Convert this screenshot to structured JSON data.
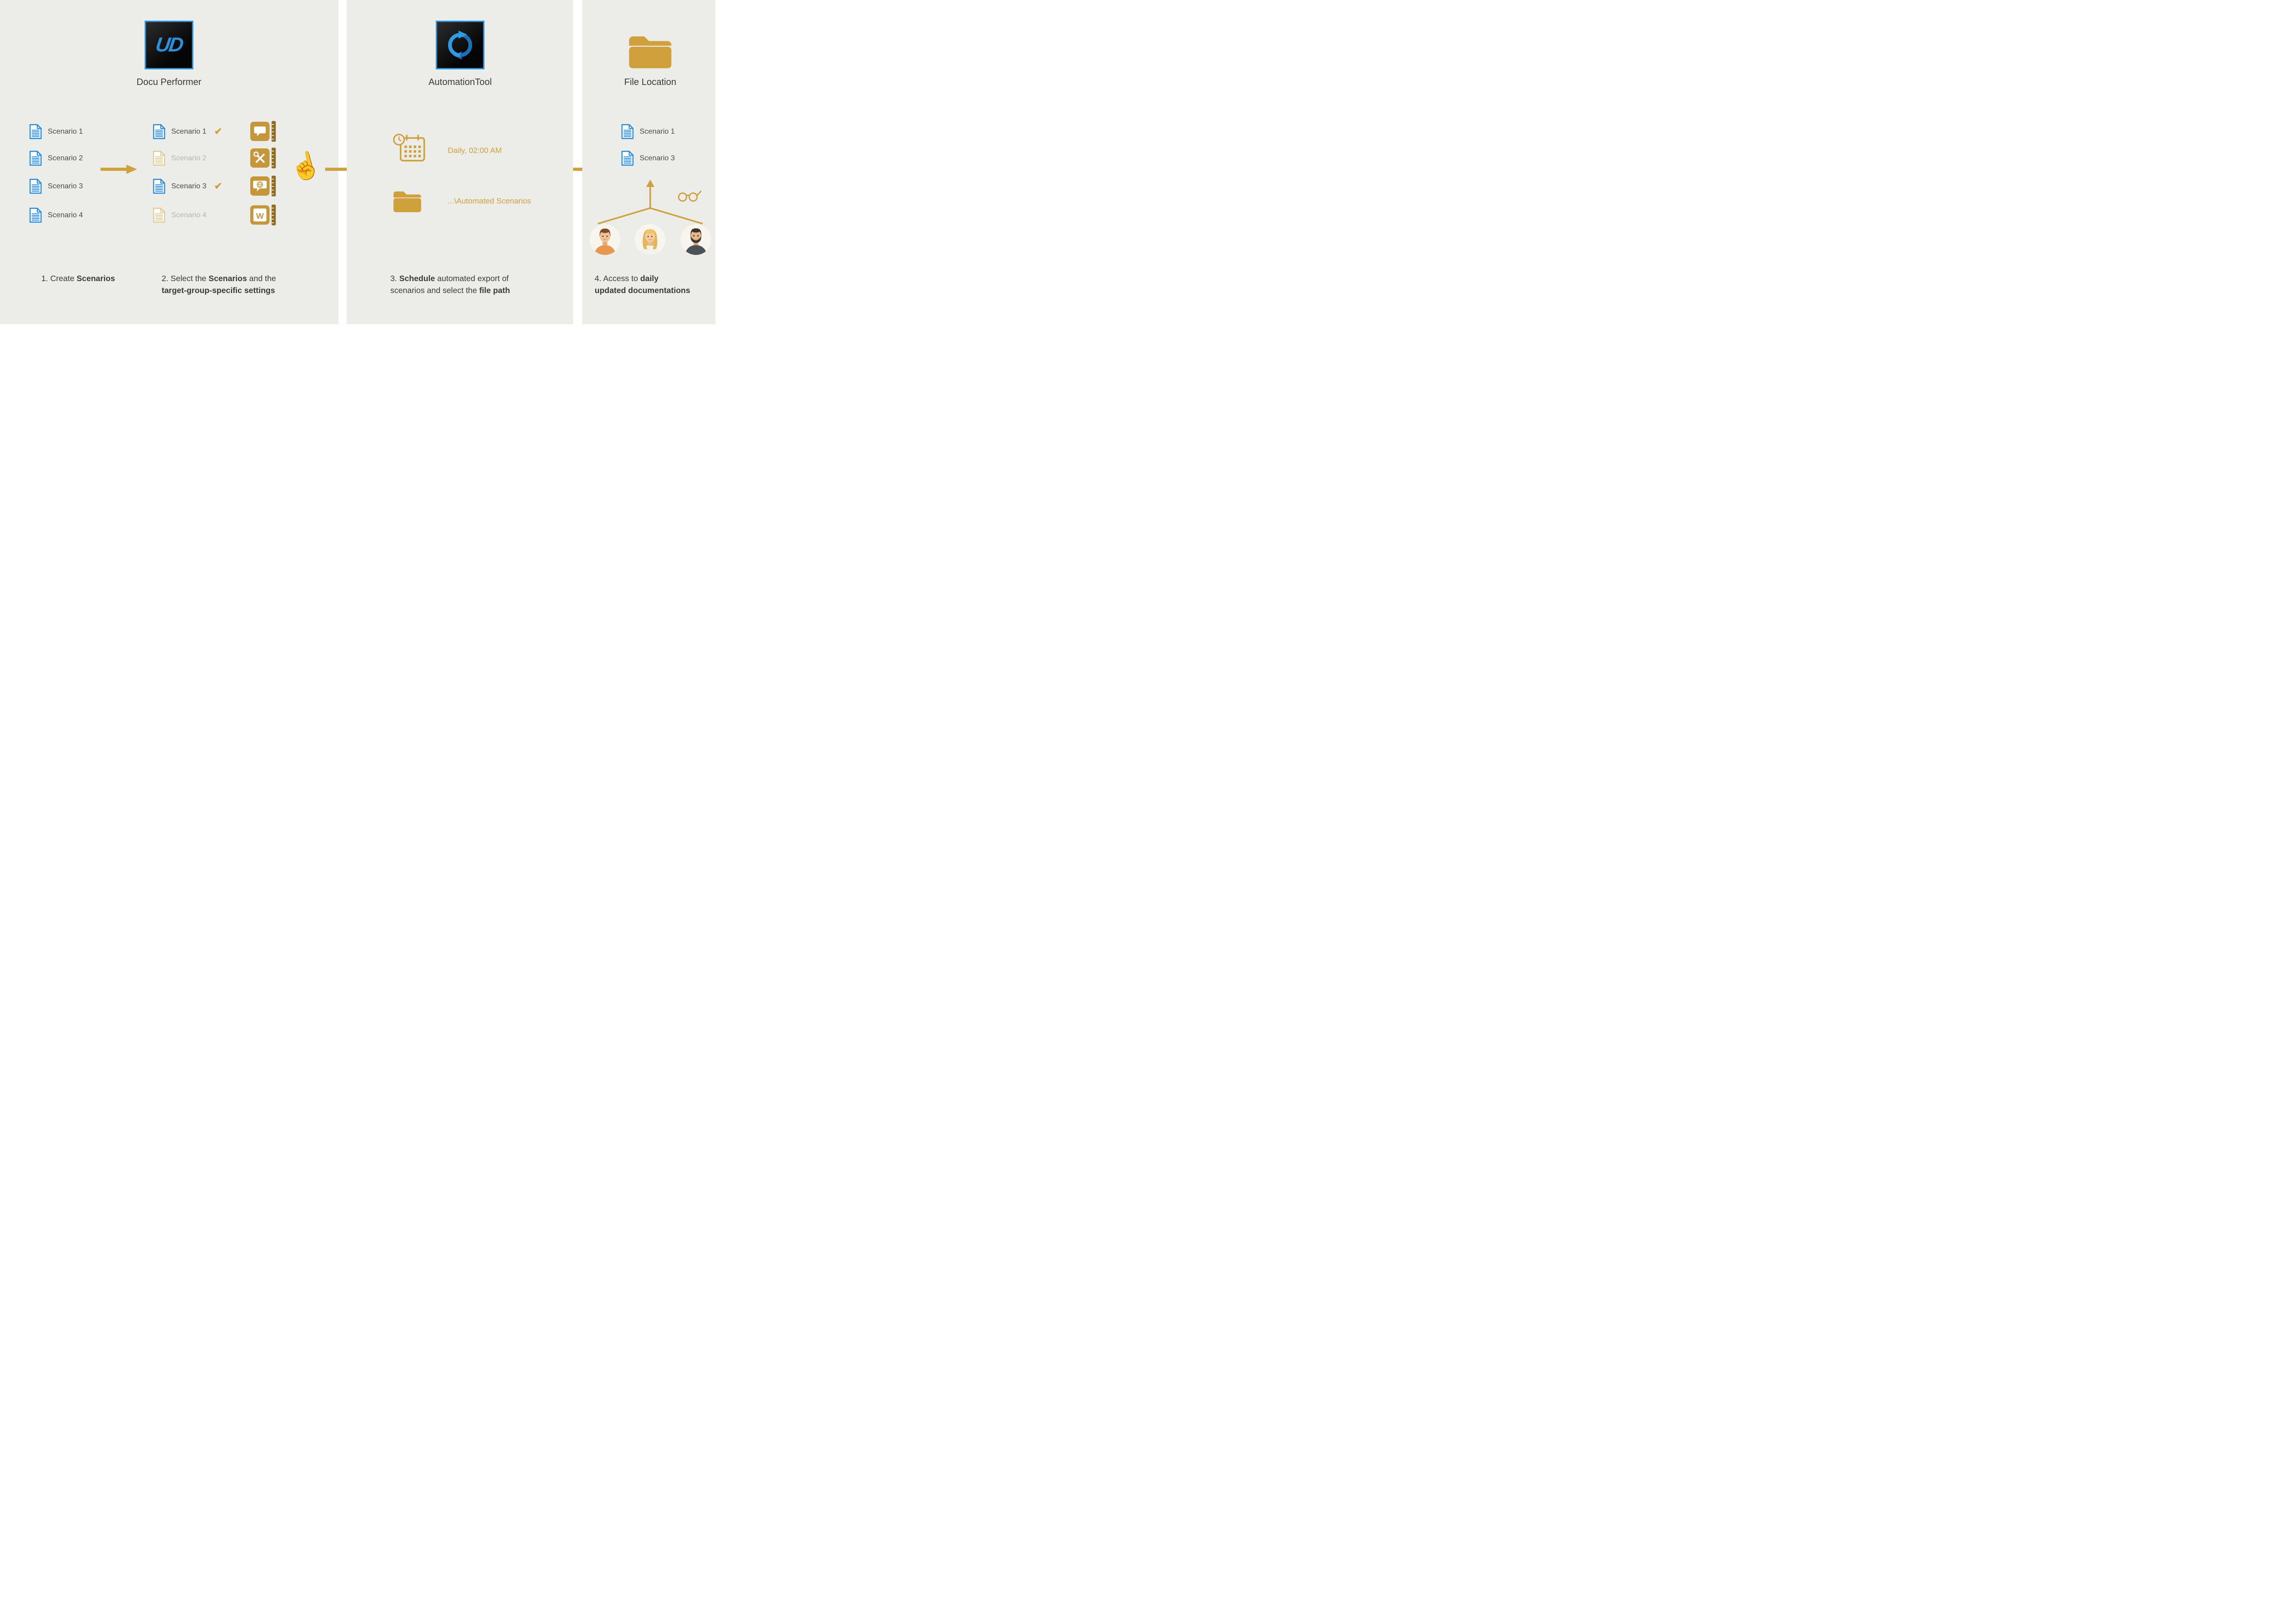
{
  "colors": {
    "accent": "#CFA03C",
    "blue": "#1E86D8",
    "panel_bg": "#ECEDE8",
    "text": "#3A3A38",
    "muted": "#B6B6AE"
  },
  "panel1": {
    "logo_text": "UD",
    "app_name": "Docu Performer",
    "scenarios": [
      "Scenario 1",
      "Scenario 2",
      "Scenario 3",
      "Scenario 4"
    ],
    "selected": [
      {
        "label": "Scenario 1",
        "checked": true
      },
      {
        "label": "Scenario 2",
        "checked": false
      },
      {
        "label": "Scenario 3",
        "checked": true
      },
      {
        "label": "Scenario 4",
        "checked": false
      }
    ],
    "check_glyph": "✔",
    "hand_glyph": "☝",
    "word_letter": "W",
    "settings_icons": [
      "comment-settings-icon",
      "tools-settings-icon",
      "globe-comment-settings-icon",
      "word-settings-icon"
    ],
    "step1": {
      "t1": "1. Create ",
      "b1": "Scenarios"
    },
    "step2": {
      "t1": "2. Select the ",
      "b1": "Scenarios",
      "t2": " and the",
      "b2": "target-group-specific settings"
    }
  },
  "panel2": {
    "app_name": "AutomationTool",
    "schedule": "Daily, 02:00 AM",
    "path": "...\\Automated Scenarios",
    "step3": {
      "t1": "3. ",
      "b1": "Schedule",
      "t2": " automated export of",
      "t3": "scenarios and select the ",
      "b2": "file path"
    }
  },
  "panel3": {
    "title": "File Location",
    "scenarios": [
      "Scenario 1",
      "Scenario 3"
    ],
    "step4": {
      "t1": "4. Access to ",
      "b1": "daily",
      "b2": "updated documentations"
    }
  }
}
